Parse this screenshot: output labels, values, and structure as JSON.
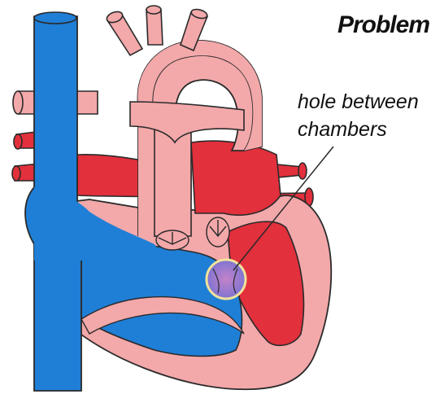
{
  "title": "Problem",
  "annotation": {
    "line1": "hole between",
    "line2": "chambers"
  },
  "colors": {
    "deoxygenated_blood": "#1f7fd6",
    "oxygenated_blood": "#e2303c",
    "heart_tissue": "#f3a8aa",
    "outline": "#2a2a2a",
    "defect_ring": "#f2e39a",
    "mixed_blood": "#9b70c8"
  },
  "icons": {
    "diagram": "heart-with-septal-defect"
  }
}
